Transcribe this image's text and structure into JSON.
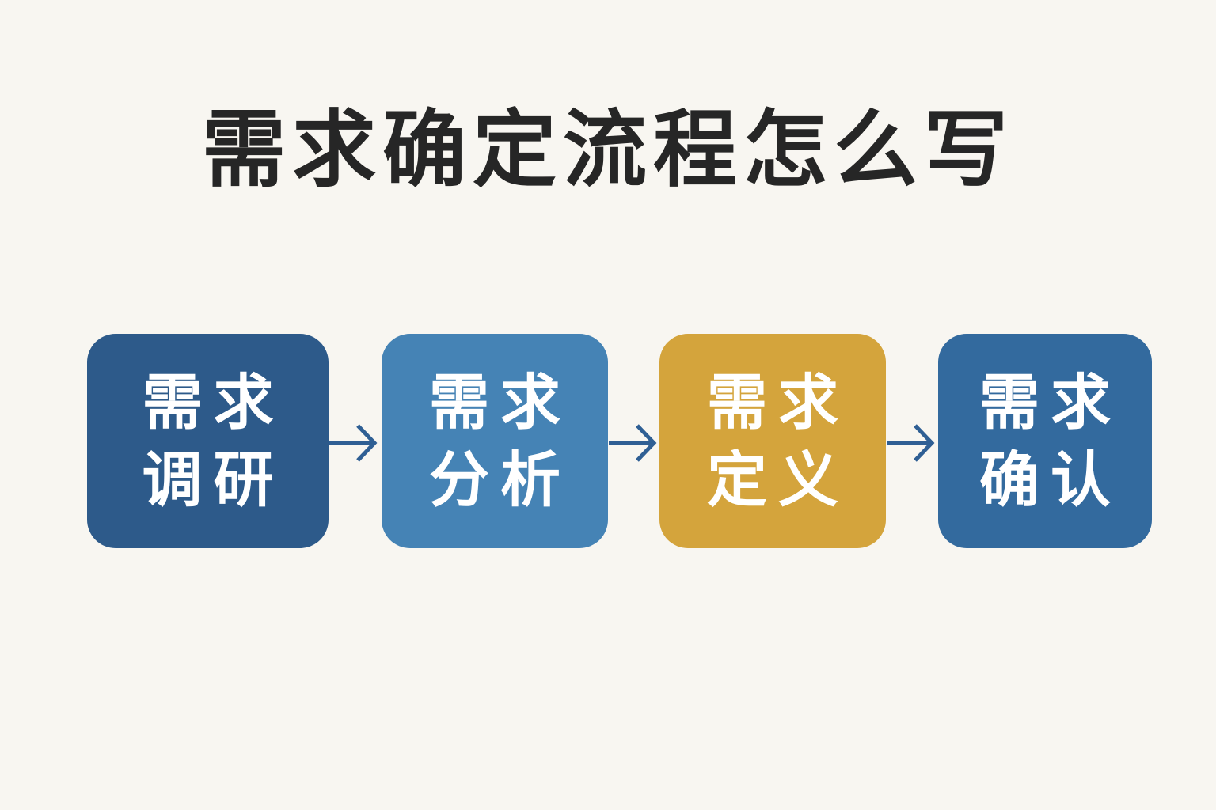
{
  "title": "需求确定流程怎么写",
  "steps": [
    {
      "line1": "需求",
      "line2": "调研",
      "color": "#2d5a8a"
    },
    {
      "line1": "需求",
      "line2": "分析",
      "color": "#4583b5"
    },
    {
      "line1": "需求",
      "line2": "定义",
      "color": "#d4a43c"
    },
    {
      "line1": "需求",
      "line2": "确认",
      "color": "#336a9e"
    }
  ],
  "arrow_color": "#2f5f94"
}
